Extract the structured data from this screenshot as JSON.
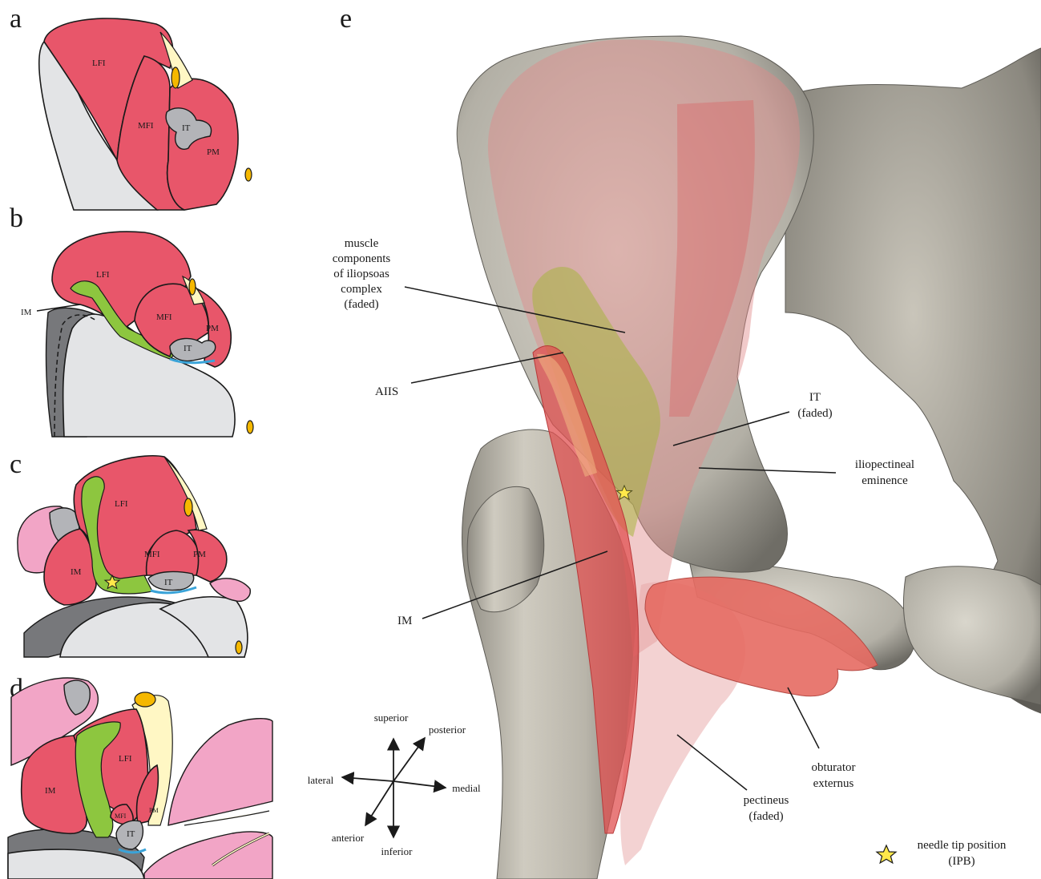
{
  "panels": {
    "a": {
      "letter": "a",
      "labels": {
        "lfi": "LFI",
        "mfi": "MFI",
        "it": "IT",
        "pm": "PM"
      }
    },
    "b": {
      "letter": "b",
      "labels": {
        "lfi": "LFI",
        "mfi": "MFI",
        "it": "IT",
        "pm": "PM",
        "im": "IM"
      }
    },
    "c": {
      "letter": "c",
      "labels": {
        "lfi": "LFI",
        "mfi": "MFI",
        "it": "IT",
        "pm": "PM",
        "im": "IM"
      }
    },
    "d": {
      "letter": "d",
      "labels": {
        "lfi": "LFI",
        "mfi": "MFI",
        "it": "IT",
        "pm": "PM",
        "im": "IM"
      }
    },
    "e": {
      "letter": "e"
    }
  },
  "annotations": {
    "muscle_components": [
      "muscle",
      "components",
      "of iliopsoas",
      "complex",
      "(faded)"
    ],
    "aiis": "AIIS",
    "it_faded": [
      "IT",
      "(faded)"
    ],
    "iliopectineal": [
      "iliopectineal",
      "eminence"
    ],
    "im": "IM",
    "obturator": [
      "obturator",
      "externus"
    ],
    "pectineus": [
      "pectineus",
      "(faded)"
    ]
  },
  "directions": {
    "superior": "superior",
    "posterior": "posterior",
    "lateral": "lateral",
    "medial": "medial",
    "anterior": "anterior",
    "inferior": "inferior"
  },
  "legend": {
    "line1": "needle tip position",
    "line2": "(IPB)"
  },
  "colors": {
    "muscle": "#e8566a",
    "fascia": "#8dc63f",
    "bone": "#e3e4e6",
    "tendon": "#b3b4b8",
    "nerve": "#f5b800",
    "needle_star": "#ffe84a"
  }
}
